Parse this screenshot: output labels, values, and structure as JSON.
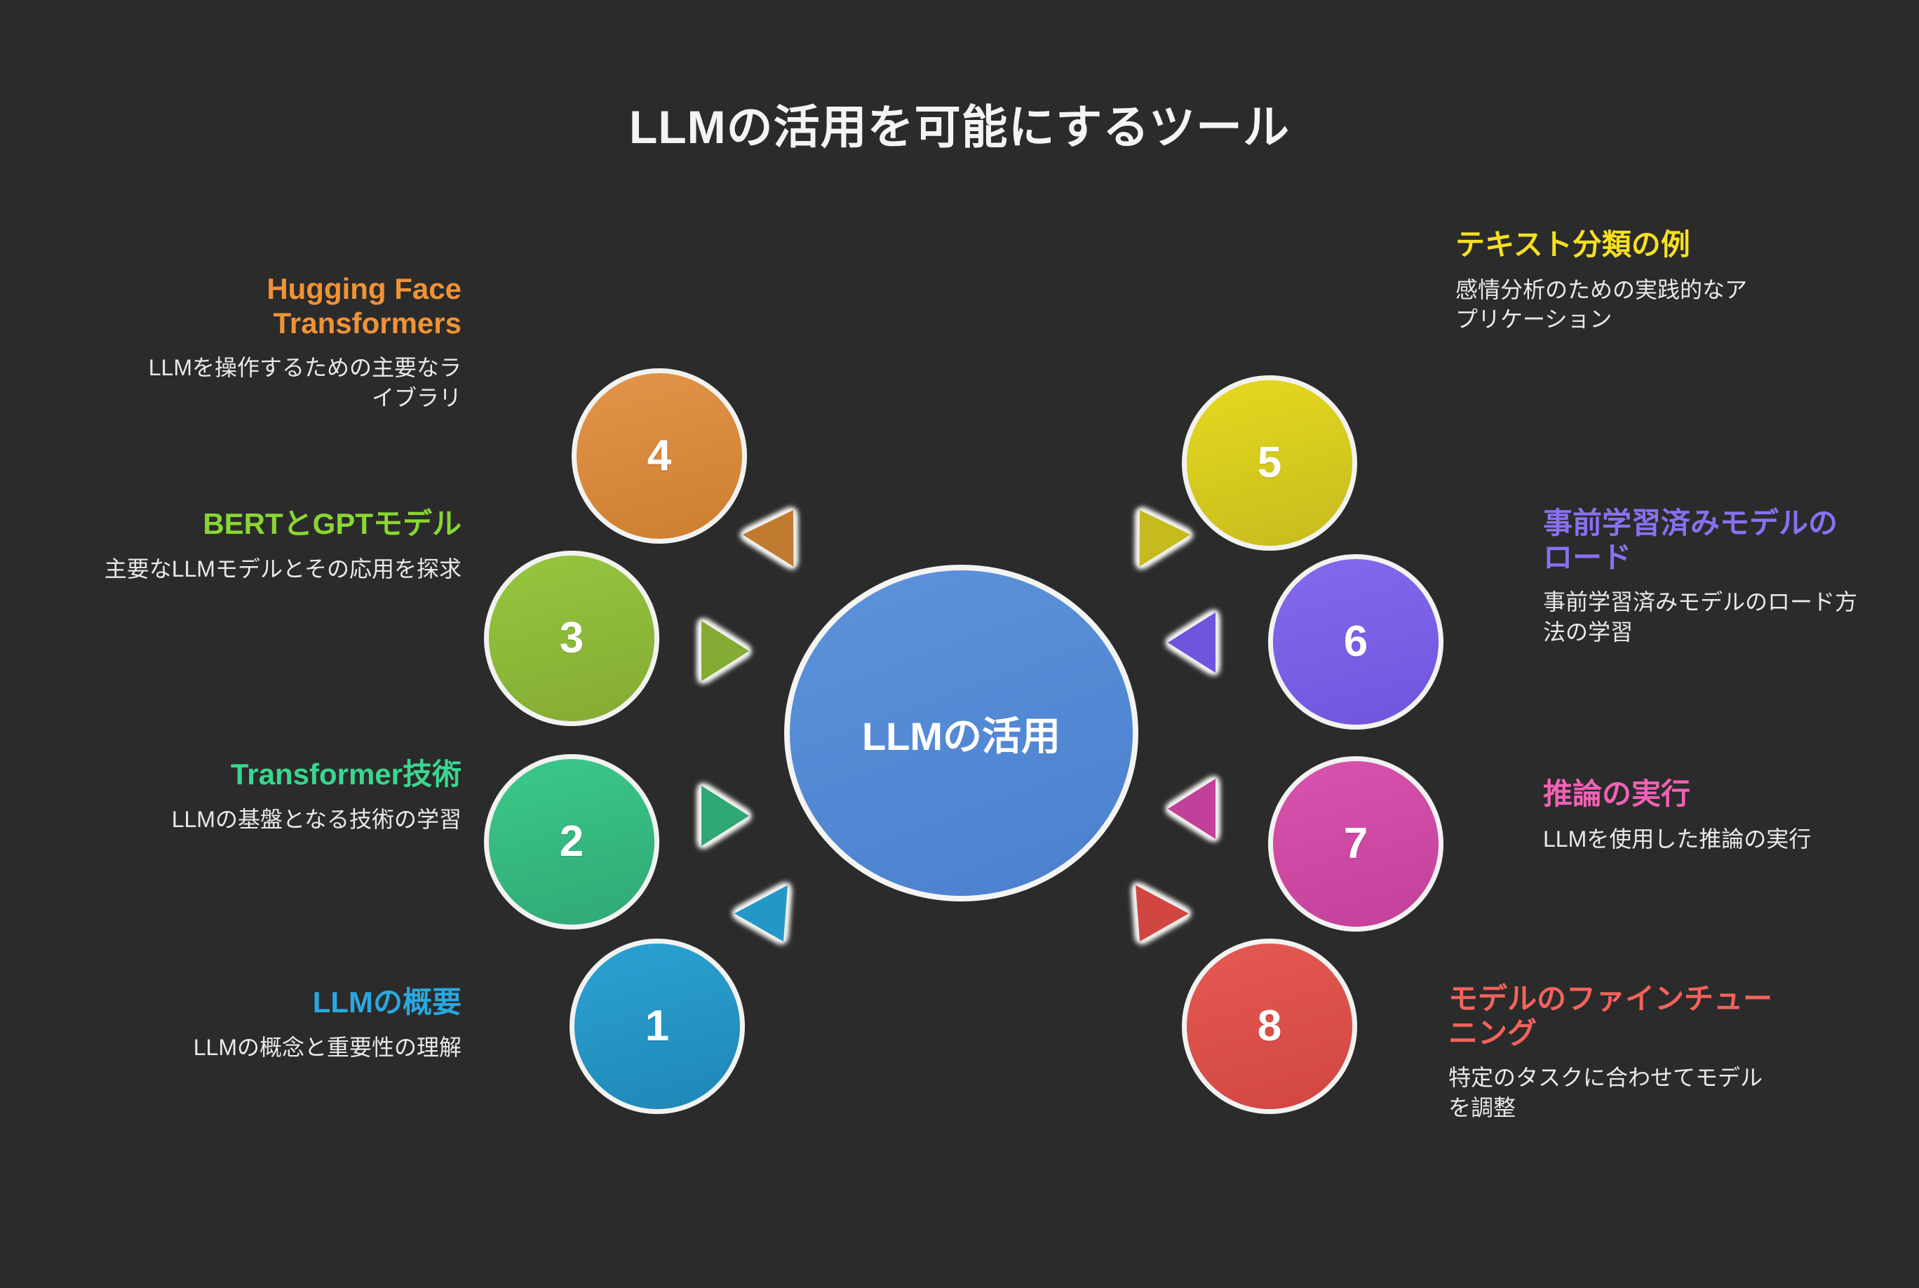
{
  "title": "LLMの活用を可能にするツール",
  "background_color": "#2b2b2b",
  "center": {
    "label": "LLMの活用",
    "color": "#5085d4"
  },
  "nodes": [
    {
      "number": "1",
      "side": "left",
      "heading": "LLMの概要",
      "description": "LLMの概念と重要性の理解",
      "color": "#2496c8"
    },
    {
      "number": "2",
      "side": "left",
      "heading": "Transformer技術",
      "description": "LLMの基盤となる技術の学習",
      "color": "#33b97e"
    },
    {
      "number": "3",
      "side": "left",
      "heading": "BERTとGPTモデル",
      "description": "主要なLLMモデルとその応用を探求",
      "color": "#8cc132"
    },
    {
      "number": "4",
      "side": "left",
      "heading": "Hugging Face Transformers",
      "description": "LLMを操作するための主要なライブラリ",
      "color": "#e08937"
    },
    {
      "number": "5",
      "side": "right",
      "heading": "テキスト分類の例",
      "description": "感情分析のための実践的なアプリケーション",
      "color": "#ddcc22"
    },
    {
      "number": "6",
      "side": "right",
      "heading": "事前学習済みモデルのロード",
      "description": "事前学習済みモデルのロード方法の学習",
      "color": "#7b5fe0"
    },
    {
      "number": "7",
      "side": "right",
      "heading": "推論の実行",
      "description": "LLMを使用した推論の実行",
      "color": "#d24aa5"
    },
    {
      "number": "8",
      "side": "right",
      "heading": "モデルのファインチューニング",
      "description": "特定のタスクに合わせてモデルを調整",
      "color": "#e0504a"
    }
  ],
  "heading_colors": {
    "1": "#2aa8e0",
    "2": "#3ad690",
    "3": "#8ad632",
    "4": "#f09336",
    "5": "#f5e022",
    "6": "#8a70f2",
    "7": "#f062b4",
    "8": "#f4635c"
  }
}
